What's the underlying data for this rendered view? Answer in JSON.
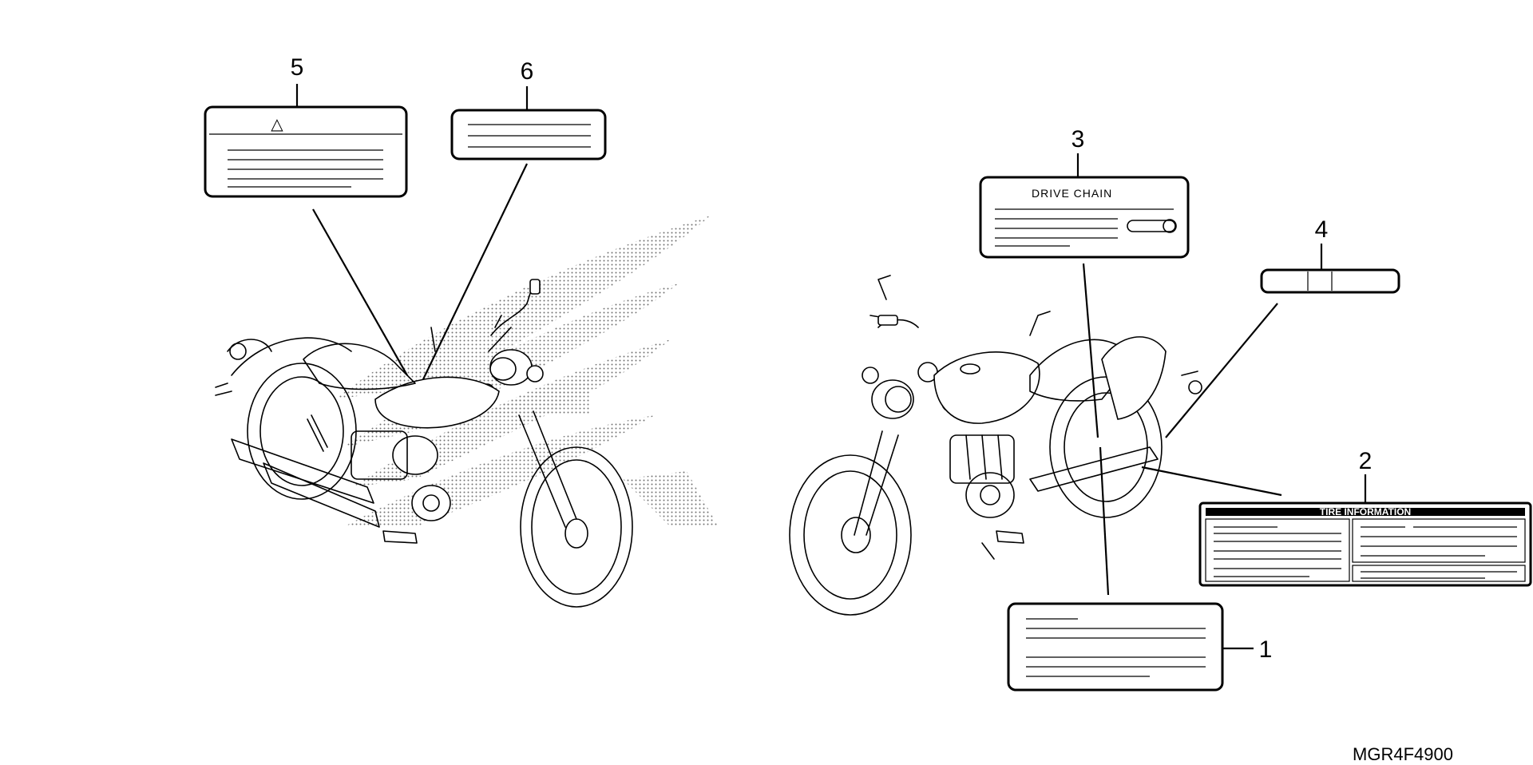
{
  "callouts": [
    {
      "number": "1"
    },
    {
      "number": "2"
    },
    {
      "number": "3"
    },
    {
      "number": "4"
    },
    {
      "number": "5"
    },
    {
      "number": "6"
    }
  ],
  "labels": {
    "drive_chain": "DRIVE CHAIN",
    "tire_information": "TIRE INFORMATION",
    "warning_symbol": "△"
  },
  "diagram_code": "MGR4F4900",
  "icons": [
    "motorcycle-left-side",
    "motorcycle-right-side",
    "wing-logo-pattern"
  ]
}
